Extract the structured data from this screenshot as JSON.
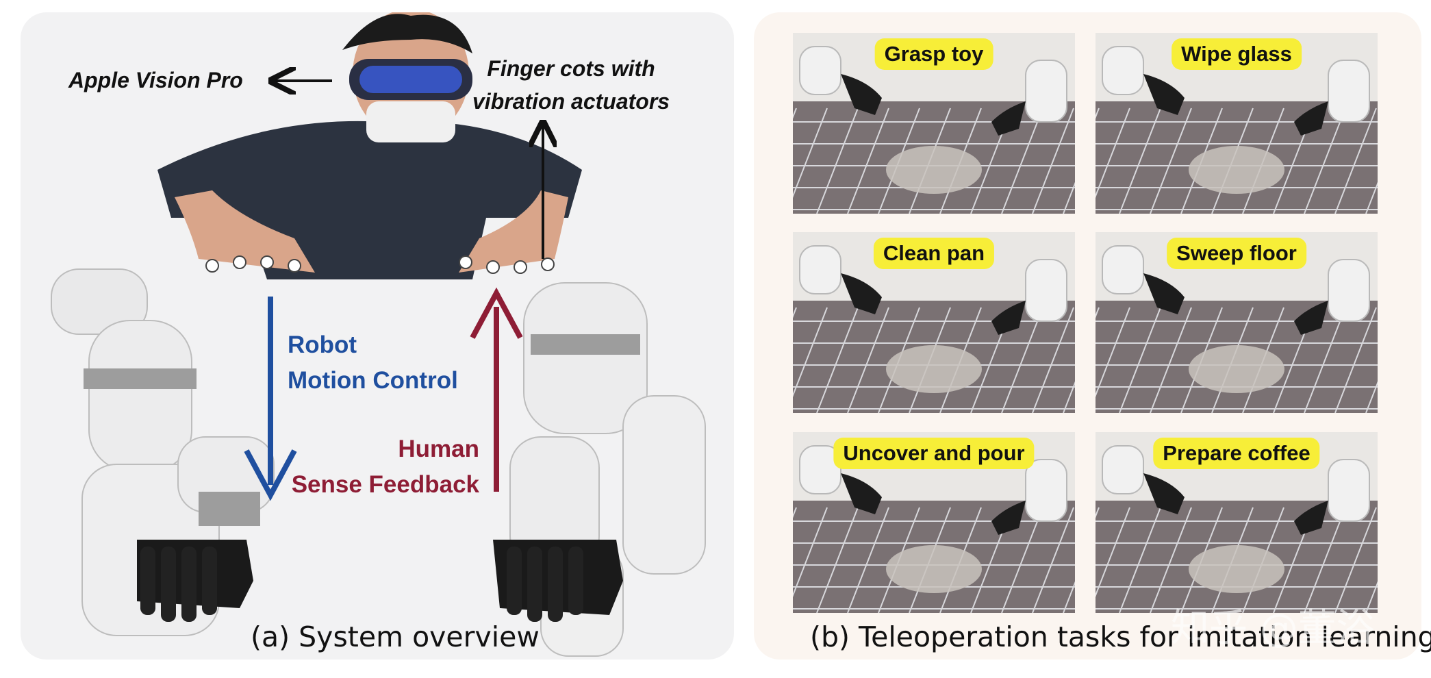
{
  "panel_a": {
    "caption": "(a) System overview",
    "headset_label": "Apple Vision Pro",
    "finger_label_line1": "Finger cots with",
    "finger_label_line2": "vibration actuators",
    "motion_label_line1": "Robot",
    "motion_label_line2": "Motion Control",
    "feedback_label_line1": "Human",
    "feedback_label_line2": "Sense Feedback",
    "colors": {
      "motion": "#1f4f9f",
      "feedback": "#8e1d35"
    }
  },
  "panel_b": {
    "caption": "(b) Teleoperation tasks for imitation learning",
    "tasks": [
      {
        "label": "Grasp toy"
      },
      {
        "label": "Wipe glass"
      },
      {
        "label": "Clean pan"
      },
      {
        "label": "Sweep floor"
      },
      {
        "label": "Uncover and pour"
      },
      {
        "label": "Prepare coffee"
      }
    ],
    "tag_color": "#f7ee38"
  },
  "watermark": "知乎 @董浴"
}
